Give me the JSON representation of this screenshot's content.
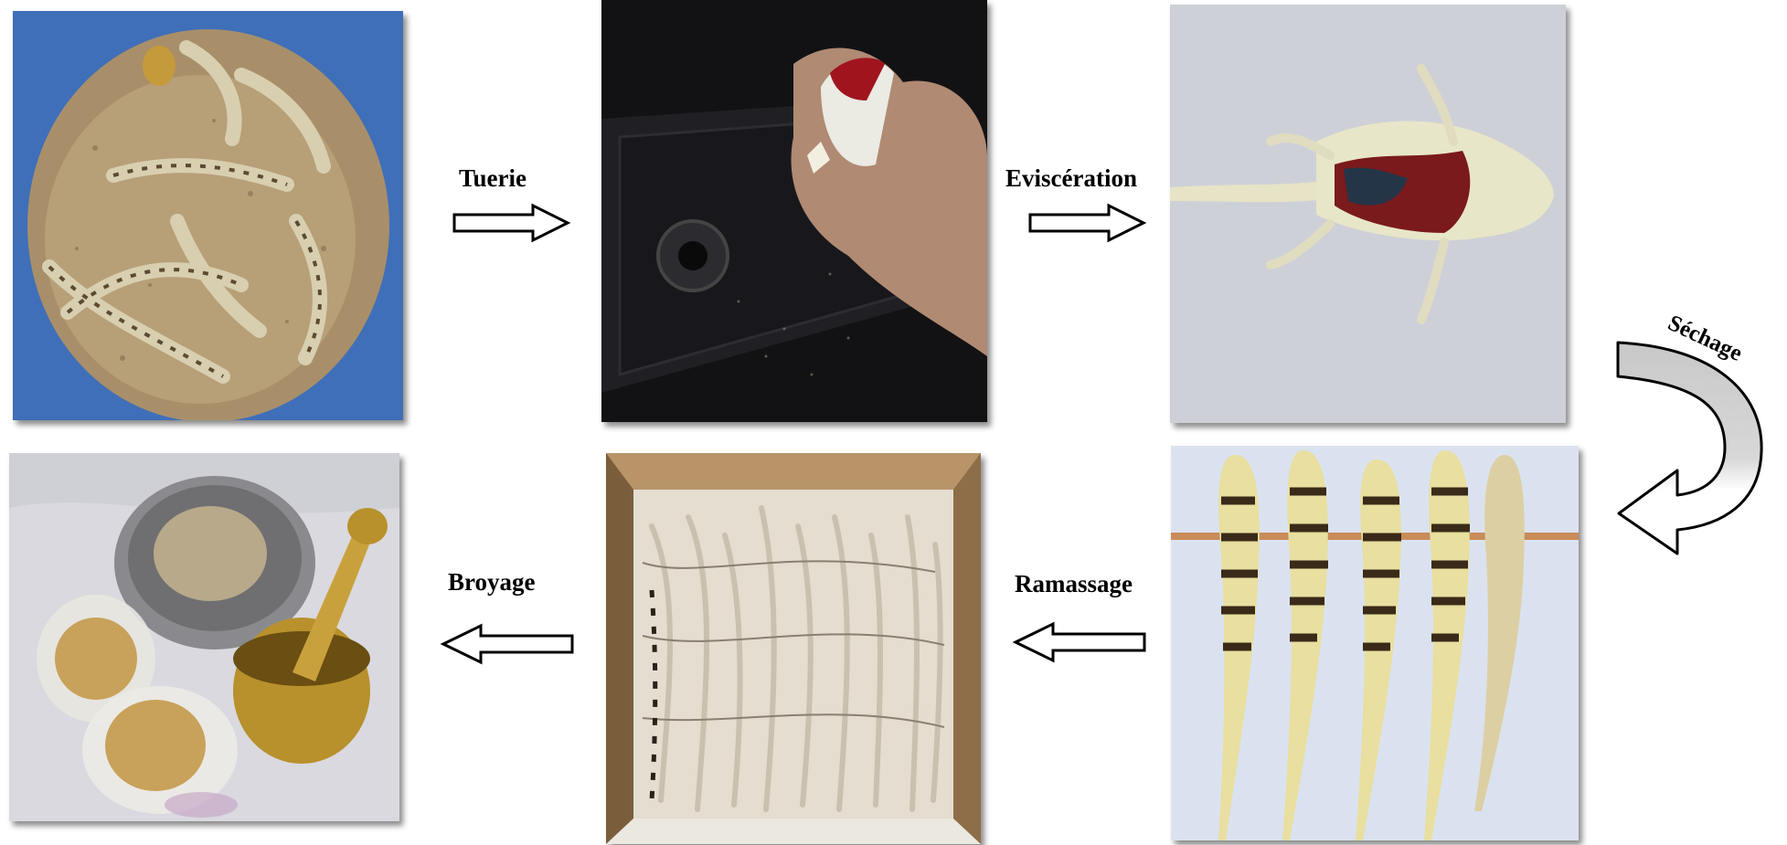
{
  "steps": {
    "tuerie": "Tuerie",
    "evisceration": "Eviscération",
    "sechage": "Séchage",
    "ramassage": "Ramassage",
    "broyage": "Broyage"
  },
  "colors": {
    "arrow_stroke": "#000000",
    "arrow_fill": "#ffffff",
    "curved_arrow_fill_dark": "#c8c8c8",
    "curved_arrow_fill_light": "#ffffff"
  },
  "photos": [
    "live-lizards-in-sand-bucket",
    "lizard-killed-in-sink",
    "eviscerated-lizard",
    "lizards-drying-on-stick",
    "dried-lizards-in-box",
    "ground-powder-with-mortar"
  ]
}
